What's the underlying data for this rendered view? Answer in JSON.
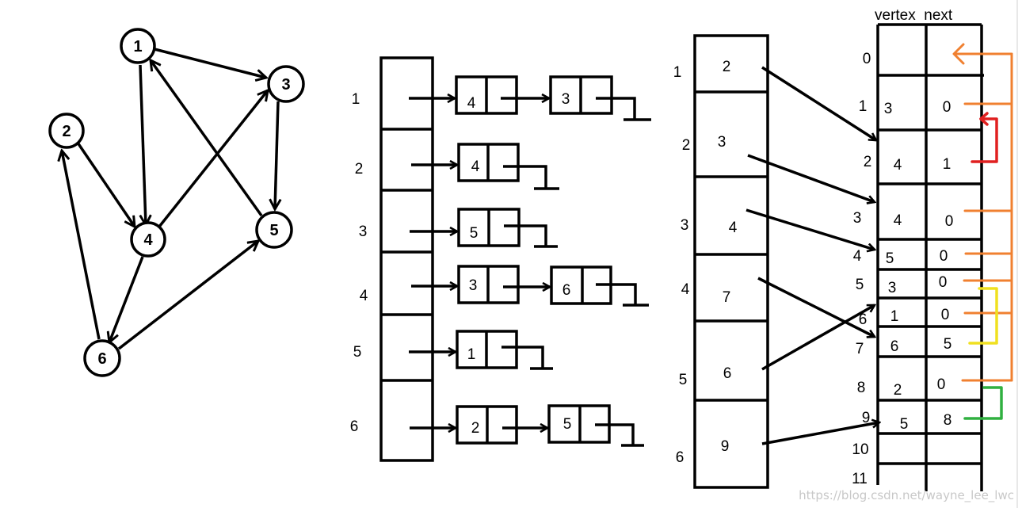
{
  "graph": {
    "nodes": [
      {
        "id": "1",
        "label": "1"
      },
      {
        "id": "2",
        "label": "2"
      },
      {
        "id": "3",
        "label": "3"
      },
      {
        "id": "4",
        "label": "4"
      },
      {
        "id": "5",
        "label": "5"
      },
      {
        "id": "6",
        "label": "6"
      }
    ],
    "edges": [
      {
        "from": "1",
        "to": "3"
      },
      {
        "from": "1",
        "to": "4"
      },
      {
        "from": "2",
        "to": "4"
      },
      {
        "from": "3",
        "to": "5"
      },
      {
        "from": "4",
        "to": "3"
      },
      {
        "from": "4",
        "to": "6"
      },
      {
        "from": "5",
        "to": "1"
      },
      {
        "from": "6",
        "to": "2"
      },
      {
        "from": "6",
        "to": "5"
      }
    ]
  },
  "adjacency_list": {
    "rows": [
      {
        "label": "1",
        "nodes": [
          "4",
          "3"
        ]
      },
      {
        "label": "2",
        "nodes": [
          "4"
        ]
      },
      {
        "label": "3",
        "nodes": [
          "5"
        ]
      },
      {
        "label": "4",
        "nodes": [
          "3",
          "6"
        ]
      },
      {
        "label": "5",
        "nodes": [
          "1"
        ]
      },
      {
        "label": "6",
        "nodes": [
          "2",
          "5"
        ]
      }
    ]
  },
  "head_array": {
    "rows": [
      {
        "label": "1",
        "value": "2"
      },
      {
        "label": "2",
        "value": "3"
      },
      {
        "label": "3",
        "value": "4"
      },
      {
        "label": "4",
        "value": "7"
      },
      {
        "label": "5",
        "value": "6"
      },
      {
        "label": "6",
        "value": "9"
      }
    ]
  },
  "edge_table": {
    "header": "vertex  next",
    "indices": [
      "0",
      "1",
      "2",
      "3",
      "4",
      "5",
      "6",
      "7",
      "8",
      "9",
      "10",
      "11"
    ],
    "rows": [
      {
        "vertex": "3",
        "next": "0"
      },
      {
        "vertex": "4",
        "next": "1"
      },
      {
        "vertex": "4",
        "next": "0"
      },
      {
        "vertex": "5",
        "next": "0"
      },
      {
        "vertex": "3",
        "next": "0"
      },
      {
        "vertex": "1",
        "next": "0"
      },
      {
        "vertex": "6",
        "next": "5"
      },
      {
        "vertex": "2",
        "next": "0"
      },
      {
        "vertex": "5",
        "next": "8"
      }
    ]
  },
  "colors": {
    "ink": "#000000",
    "orange": "#f08030",
    "red": "#e02020",
    "yellow": "#f0e020",
    "green": "#30b040",
    "frame": "#d0d0d0",
    "watermark": "#c8c8c8"
  },
  "watermark": "https://blog.csdn.net/wayne_lee_lwc"
}
